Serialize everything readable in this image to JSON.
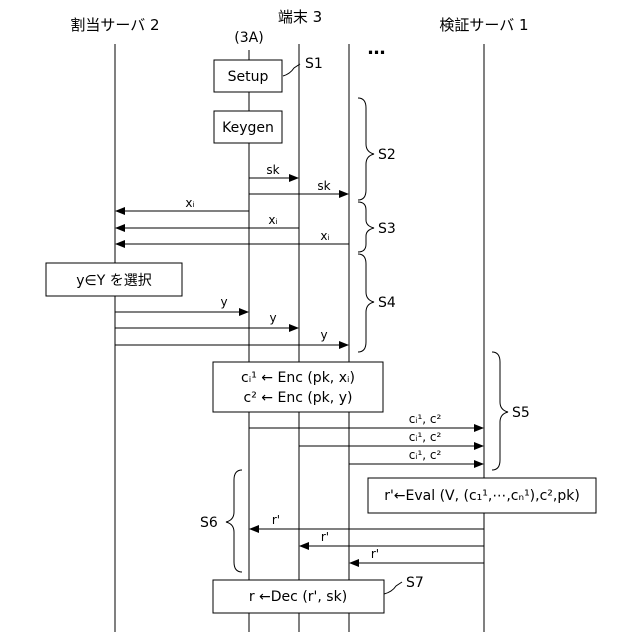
{
  "headers": {
    "alloc_server": "割当サーバ 2",
    "terminal": "端末 3",
    "terminal_sub": "(3A)",
    "ellipsis": "…",
    "verify_server": "検証サーバ 1"
  },
  "boxes": {
    "setup": "Setup",
    "keygen": "Keygen",
    "select_y": "y∈Y を選択",
    "enc_line1": "cᵢ¹ ← Enc (pk, xᵢ)",
    "enc_line2": "c² ← Enc (pk, y)",
    "eval": "r'←Eval (V, (c₁¹,⋯,cₙ¹),c²,pk)",
    "dec": "r ←Dec (r', sk)"
  },
  "messages": {
    "sk": "sk",
    "xi": "xᵢ",
    "y": "y",
    "ci_c2": "cᵢ¹, c²",
    "r_prime": "r'"
  },
  "steps": {
    "s1": "S1",
    "s2": "S2",
    "s3": "S3",
    "s4": "S4",
    "s5": "S5",
    "s6": "S6",
    "s7": "S7"
  }
}
